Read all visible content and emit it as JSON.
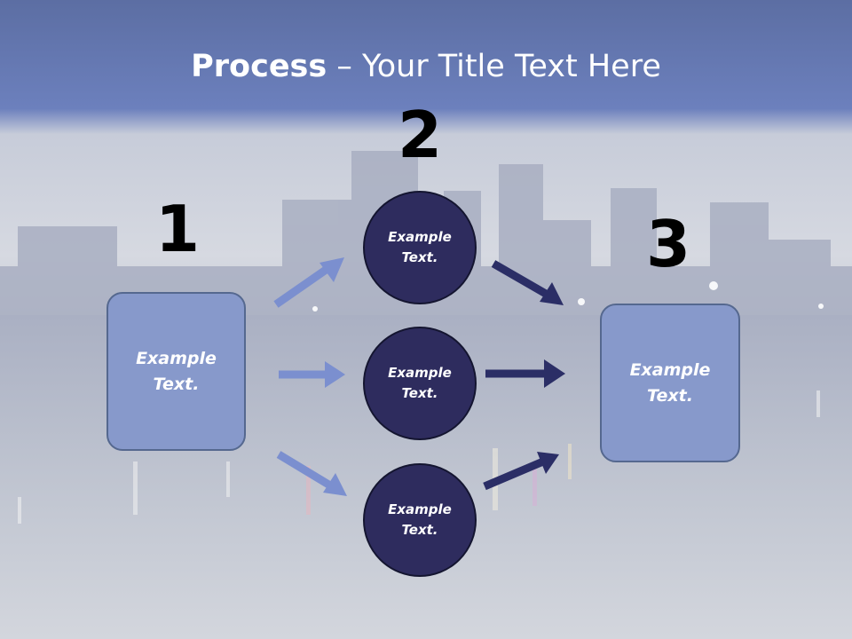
{
  "slide": {
    "title_bold": "Process",
    "title_rest": " – Your Title Text Here"
  },
  "steps": {
    "one": "1",
    "two": "2",
    "three": "3"
  },
  "left_box": {
    "text": "Example\nText."
  },
  "circles": [
    {
      "text": "Example\nText."
    },
    {
      "text": "Example\nText."
    },
    {
      "text": "Example\nText."
    }
  ],
  "right_box": {
    "text": "Example\nText."
  },
  "colors": {
    "box_fill": "#8799cb",
    "circle_fill": "#2e2c5e",
    "arrow_light": "#7b8fcf",
    "arrow_dark": "#2b2e66",
    "title_band": "#6175b0"
  }
}
